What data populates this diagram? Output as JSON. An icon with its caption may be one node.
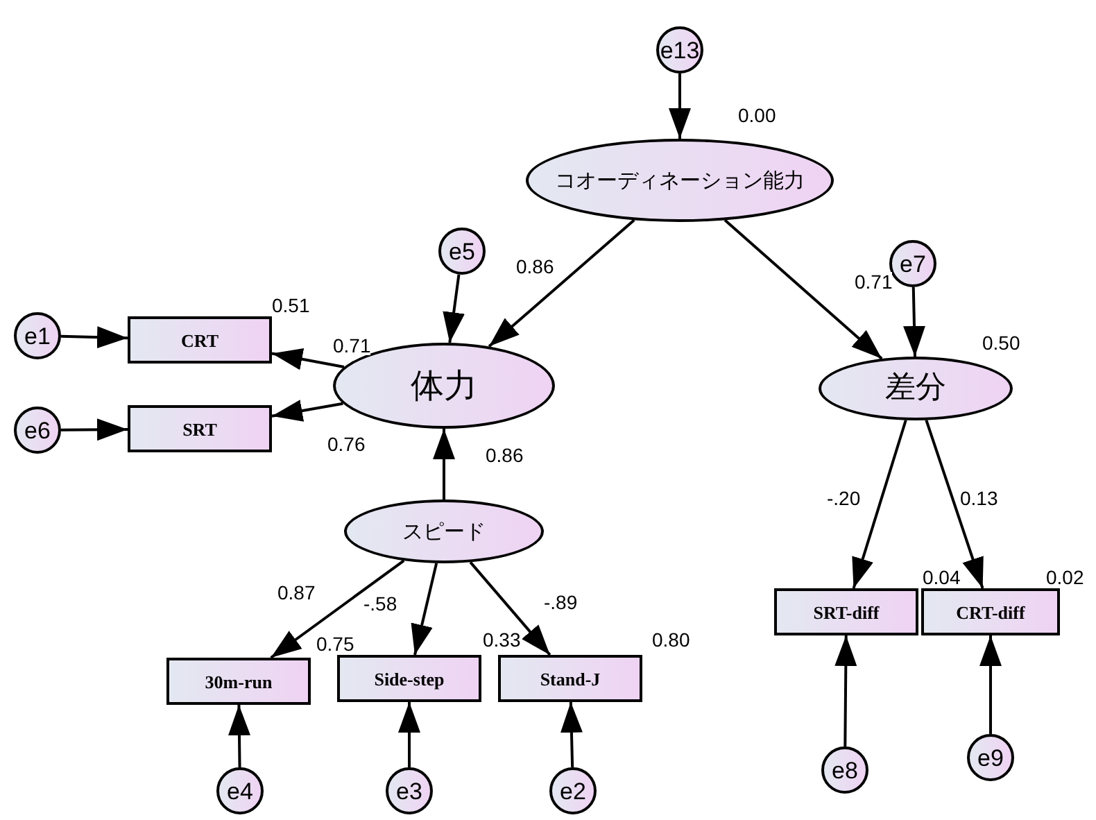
{
  "diagram": {
    "nodes": [
      {
        "text": [
          "e13"
        ]
      },
      {
        "text": [
          "コオーディネーション能力"
        ],
        "beside": [
          "0.00"
        ]
      },
      {
        "text": [
          "e5"
        ]
      },
      {
        "text": [
          "e7"
        ]
      },
      {
        "text": [
          "e1"
        ]
      },
      {
        "text": [
          "CRT"
        ],
        "beside": [
          "0.51"
        ]
      },
      {
        "text": [
          "体力"
        ]
      },
      {
        "text": [
          "差分"
        ],
        "beside": [
          "0.50"
        ]
      },
      {
        "text": [
          "e6"
        ]
      },
      {
        "text": [
          "SRT"
        ]
      },
      {
        "text": [
          "スピード"
        ]
      },
      {
        "text": [
          "30m-run"
        ],
        "beside": [
          "0.75"
        ]
      },
      {
        "text": [
          "Side-step"
        ],
        "beside": [
          "0.33"
        ]
      },
      {
        "text": [
          "Stand-J"
        ],
        "beside": [
          "0.80"
        ]
      },
      {
        "text": [
          "SRT-diff"
        ],
        "beside": [
          "0.04"
        ]
      },
      {
        "text": [
          "CRT-diff"
        ],
        "beside": [
          "0.02"
        ]
      },
      {
        "text": [
          "e4"
        ]
      },
      {
        "text": [
          "e3"
        ]
      },
      {
        "text": [
          "e2"
        ]
      },
      {
        "text": [
          "e8"
        ]
      },
      {
        "text": [
          "e9"
        ]
      }
    ],
    "edges": [
      {
        "from": 0,
        "to": 1,
        "arrow": "to"
      },
      {
        "from": 1,
        "to": 6,
        "arrow": "to",
        "label": "0.86"
      },
      {
        "from": 1,
        "to": 7,
        "arrow": "to",
        "label": "0.71"
      },
      {
        "from": 2,
        "to": 6,
        "arrow": "to"
      },
      {
        "from": 3,
        "to": 7,
        "arrow": "to"
      },
      {
        "from": 4,
        "to": 5,
        "arrow": "to"
      },
      {
        "from": 6,
        "to": 5,
        "arrow": "to",
        "label": "0.71"
      },
      {
        "from": 6,
        "to": 9,
        "arrow": "to",
        "label": "0.76"
      },
      {
        "from": 8,
        "to": 9,
        "arrow": "to"
      },
      {
        "from": 10,
        "to": 6,
        "arrow": "to",
        "label": "0.86"
      },
      {
        "from": 10,
        "to": 11,
        "arrow": "to",
        "label": "0.87"
      },
      {
        "from": 10,
        "to": 12,
        "arrow": "to",
        "label": "-.58"
      },
      {
        "from": 10,
        "to": 13,
        "arrow": "to",
        "label": "-.89"
      },
      {
        "from": 7,
        "to": 14,
        "arrow": "to",
        "label": "-.20"
      },
      {
        "from": 7,
        "to": 15,
        "arrow": "to",
        "label": "0.13"
      },
      {
        "from": 16,
        "to": 11,
        "arrow": "to"
      },
      {
        "from": 17,
        "to": 12,
        "arrow": "to"
      },
      {
        "from": 18,
        "to": 13,
        "arrow": "to"
      },
      {
        "from": 19,
        "to": 14,
        "arrow": "to"
      },
      {
        "from": 20,
        "to": 15,
        "arrow": "to"
      }
    ]
  }
}
